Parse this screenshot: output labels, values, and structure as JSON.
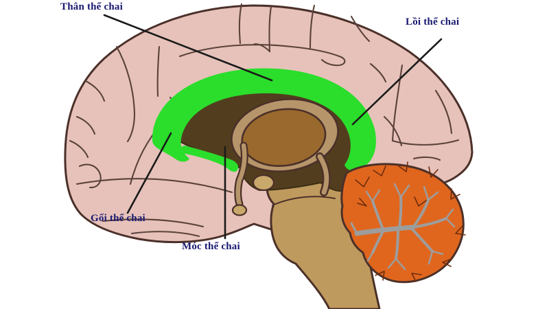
{
  "title": "Mid-sagittal brain diagram with corpus callosum parts labeled (Vietnamese)",
  "labels": [
    {
      "id": "than",
      "text": "Thân thể chai",
      "meaning": "body of corpus callosum"
    },
    {
      "id": "loi",
      "text": "Lồi thể chai",
      "meaning": "splenium of corpus callosum"
    },
    {
      "id": "goi",
      "text": "Gối thể chai",
      "meaning": "genu of corpus callosum"
    },
    {
      "id": "moc",
      "text": "Móc thể chai",
      "meaning": "rostrum of corpus callosum"
    }
  ],
  "colors": {
    "label_navy": "#191970",
    "leader_black": "#1a1a1a",
    "cortex_pink": "#e6c2ba",
    "outline_brown": "#4b3029",
    "sulcus_brown": "#5a423a",
    "cc_green": "#2ade2b",
    "dark_region": "#523e1e",
    "thalamus_brown": "#99692e",
    "fornix_tan": "#b6956a",
    "brainstem_tan": "#bf9a5e",
    "hypothal_tan": "#c9a86b",
    "cerebellum_orange": "#e0661e",
    "arbor_gray": "#9d9d9d",
    "twig_brown": "#6e2d0d"
  }
}
